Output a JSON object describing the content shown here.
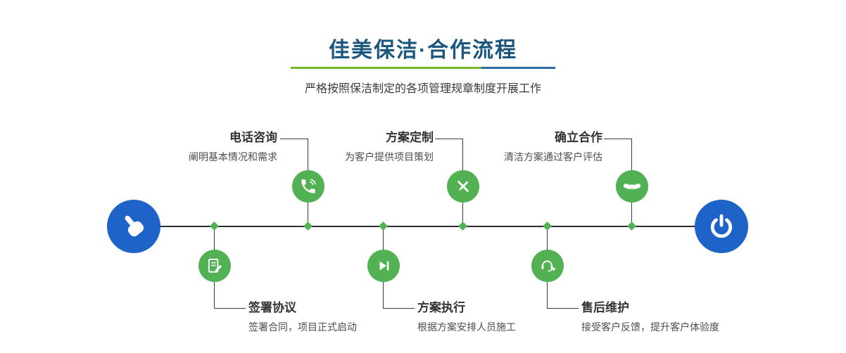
{
  "header": {
    "title": "佳美保洁·合作流程",
    "subtitle": "严格按照保洁制定的各项管理规章制度开展工作"
  },
  "timeline": {
    "start_icon": "pointing-hand-icon",
    "end_icon": "power-icon"
  },
  "steps_top": [
    {
      "label": "电话咨询",
      "desc": "阐明基本情况和需求",
      "icon": "phone-icon"
    },
    {
      "label": "方案定制",
      "desc": "为客户提供项目策划",
      "icon": "pencil-ruler-icon"
    },
    {
      "label": "确立合作",
      "desc": "清洁方案通过客户评估",
      "icon": "handshake-icon"
    }
  ],
  "steps_bottom": [
    {
      "label": "签署协议",
      "desc": "签署合同，项目正式启动",
      "icon": "contract-icon"
    },
    {
      "label": "方案执行",
      "desc": "根据方案安排人员施工",
      "icon": "play-icon"
    },
    {
      "label": "售后维护",
      "desc": "接受客户反馈，提升客户体验度",
      "icon": "headset-icon"
    }
  ],
  "colors": {
    "title_blue": "#1a567d",
    "accent_green": "#52b153",
    "accent_blue": "#1e64c8",
    "line_dark": "#3a3a3a",
    "divider_green": "#76b82a",
    "divider_blue": "#2e6da4"
  }
}
